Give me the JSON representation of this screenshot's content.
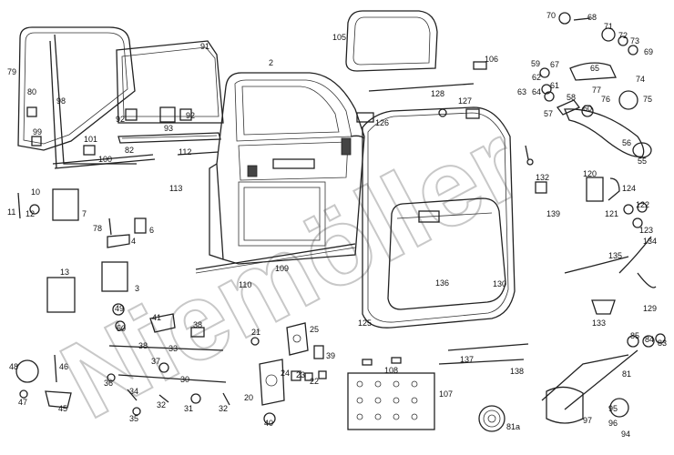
{
  "watermark": "Niemöller",
  "labels": {
    "l2": "2",
    "l3": "3",
    "l4": "4",
    "l6": "6",
    "l7": "7",
    "l10": "10",
    "l11": "11",
    "l12": "12",
    "l13": "13",
    "l20": "20",
    "l21": "21",
    "l22": "22",
    "l23": "23",
    "l24": "24",
    "l25": "25",
    "l30": "30",
    "l31": "31",
    "l32a": "32",
    "l32b": "32",
    "l33": "33",
    "l34": "34",
    "l35": "35",
    "l36": "36",
    "l37": "37",
    "l38a": "38",
    "l38b": "38",
    "l39": "39",
    "l40": "40",
    "l41": "41",
    "l45": "45",
    "l46": "46",
    "l47": "47",
    "l48": "48",
    "l49": "49",
    "l50": "50",
    "l55": "55",
    "l56": "56",
    "l57": "57",
    "l58": "58",
    "l59": "59",
    "l60": "60",
    "l61": "61",
    "l62": "62",
    "l63": "63",
    "l64": "64",
    "l65": "65",
    "l67": "67",
    "l68": "68",
    "l69": "69",
    "l70": "70",
    "l71": "71",
    "l72": "72",
    "l73": "73",
    "l74": "74",
    "l75": "75",
    "l76": "76",
    "l77": "77",
    "l78": "78",
    "l79": "79",
    "l80": "80",
    "l81": "81",
    "l81a": "81a",
    "l82": "82",
    "l83": "83",
    "l84": "84",
    "l85": "85",
    "l91": "91",
    "l92a": "92",
    "l92b": "92",
    "l93": "93",
    "l94": "94",
    "l95": "95",
    "l96": "96",
    "l97": "97",
    "l98": "98",
    "l99": "99",
    "l100": "100",
    "l101": "101",
    "l105": "105",
    "l106": "106",
    "l107": "107",
    "l108": "108",
    "l109": "109",
    "l110": "110",
    "l112": "112",
    "l113": "113",
    "l120": "120",
    "l121": "121",
    "l122": "122",
    "l123": "123",
    "l124": "124",
    "l126": "126",
    "l127": "127",
    "l128": "128",
    "l129": "129",
    "l130": "130",
    "l132": "132",
    "l133": "133",
    "l134": "134",
    "l135": "135",
    "l136": "136",
    "l137": "137",
    "l138": "138",
    "l139": "139",
    "l125": "125"
  }
}
